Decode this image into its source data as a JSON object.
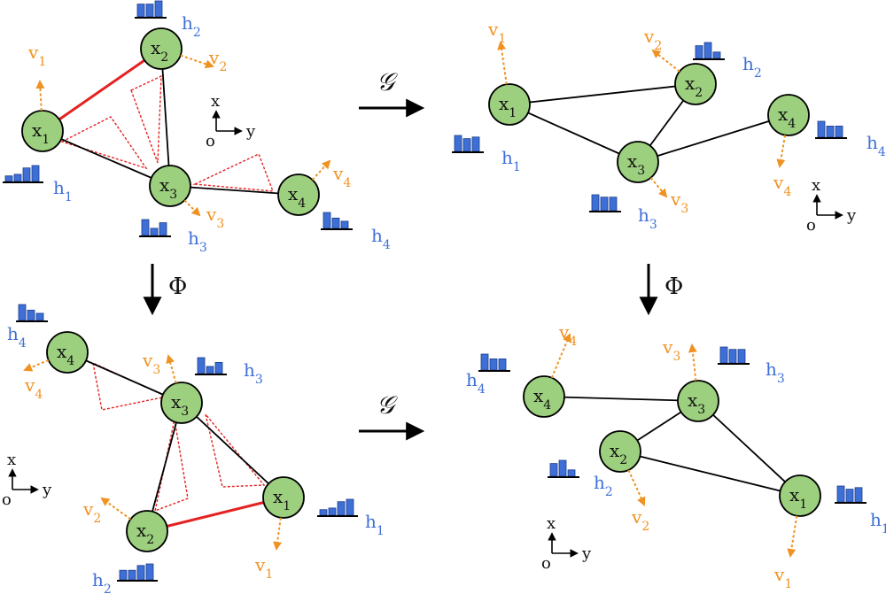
{
  "colors": {
    "node_fill": "#9ccf7e",
    "node_stroke": "#000000",
    "edge": "#000000",
    "highlight_edge": "#e52222",
    "dotted_triangle": "#e52222",
    "histogram": "#3e6fd6",
    "histogram_label": "#3e6fd6",
    "velocity": "#ef9221",
    "velocity_label": "#ef9221"
  },
  "labels": {
    "node_base": "x",
    "hist_base": "h",
    "vel_base": "v",
    "axis_x": "x",
    "axis_y": "y",
    "axis_origin": "o",
    "op_g": "𝒢",
    "op_phi": "Φ"
  },
  "panels": [
    {
      "id": "top-left",
      "edges": [
        [
          "1",
          "2"
        ],
        [
          "1",
          "3"
        ],
        [
          "2",
          "3"
        ],
        [
          "3",
          "4"
        ]
      ],
      "highlight": [
        [
          "1",
          "2"
        ]
      ],
      "nodes": [
        {
          "id": "1",
          "hist": [
            0.35,
            0.45,
            0.85,
            1.0
          ]
        },
        {
          "id": "2",
          "hist": [
            0.8,
            0.8,
            1.0
          ]
        },
        {
          "id": "3",
          "hist": [
            1.0,
            0.45,
            0.8
          ]
        },
        {
          "id": "4",
          "hist": [
            1.0,
            0.65,
            0.45
          ]
        }
      ]
    },
    {
      "id": "top-right",
      "edges": [
        [
          "1",
          "2"
        ],
        [
          "1",
          "3"
        ],
        [
          "2",
          "3"
        ],
        [
          "3",
          "4"
        ]
      ],
      "highlight": [],
      "nodes": [
        {
          "id": "1",
          "hist": [
            1.0,
            0.8,
            0.9
          ]
        },
        {
          "id": "2",
          "hist": [
            0.8,
            1.0,
            0.4
          ]
        },
        {
          "id": "3",
          "hist": [
            1.0,
            0.85,
            0.85
          ]
        },
        {
          "id": "4",
          "hist": [
            1.0,
            0.7,
            0.7
          ]
        }
      ]
    },
    {
      "id": "bottom-left",
      "edges": [
        [
          "4",
          "3"
        ],
        [
          "3",
          "2"
        ],
        [
          "3",
          "1"
        ],
        [
          "2",
          "1"
        ]
      ],
      "highlight": [
        [
          "2",
          "1"
        ]
      ],
      "nodes": [
        {
          "id": "1",
          "hist": [
            0.35,
            0.45,
            0.85,
            1.0
          ]
        },
        {
          "id": "2",
          "hist": [
            0.6,
            0.6,
            0.9,
            1.0
          ]
        },
        {
          "id": "3",
          "hist": [
            1.0,
            0.45,
            0.7
          ]
        },
        {
          "id": "4",
          "hist": [
            1.0,
            0.65,
            0.45
          ]
        }
      ]
    },
    {
      "id": "bottom-right",
      "edges": [
        [
          "4",
          "3"
        ],
        [
          "3",
          "2"
        ],
        [
          "3",
          "1"
        ],
        [
          "2",
          "1"
        ]
      ],
      "highlight": [],
      "nodes": [
        {
          "id": "1",
          "hist": [
            1.0,
            0.8,
            0.9
          ]
        },
        {
          "id": "2",
          "hist": [
            0.8,
            1.0,
            0.4
          ]
        },
        {
          "id": "3",
          "hist": [
            1.0,
            0.85,
            0.85
          ]
        },
        {
          "id": "4",
          "hist": [
            1.0,
            0.7,
            0.7
          ]
        }
      ]
    }
  ]
}
